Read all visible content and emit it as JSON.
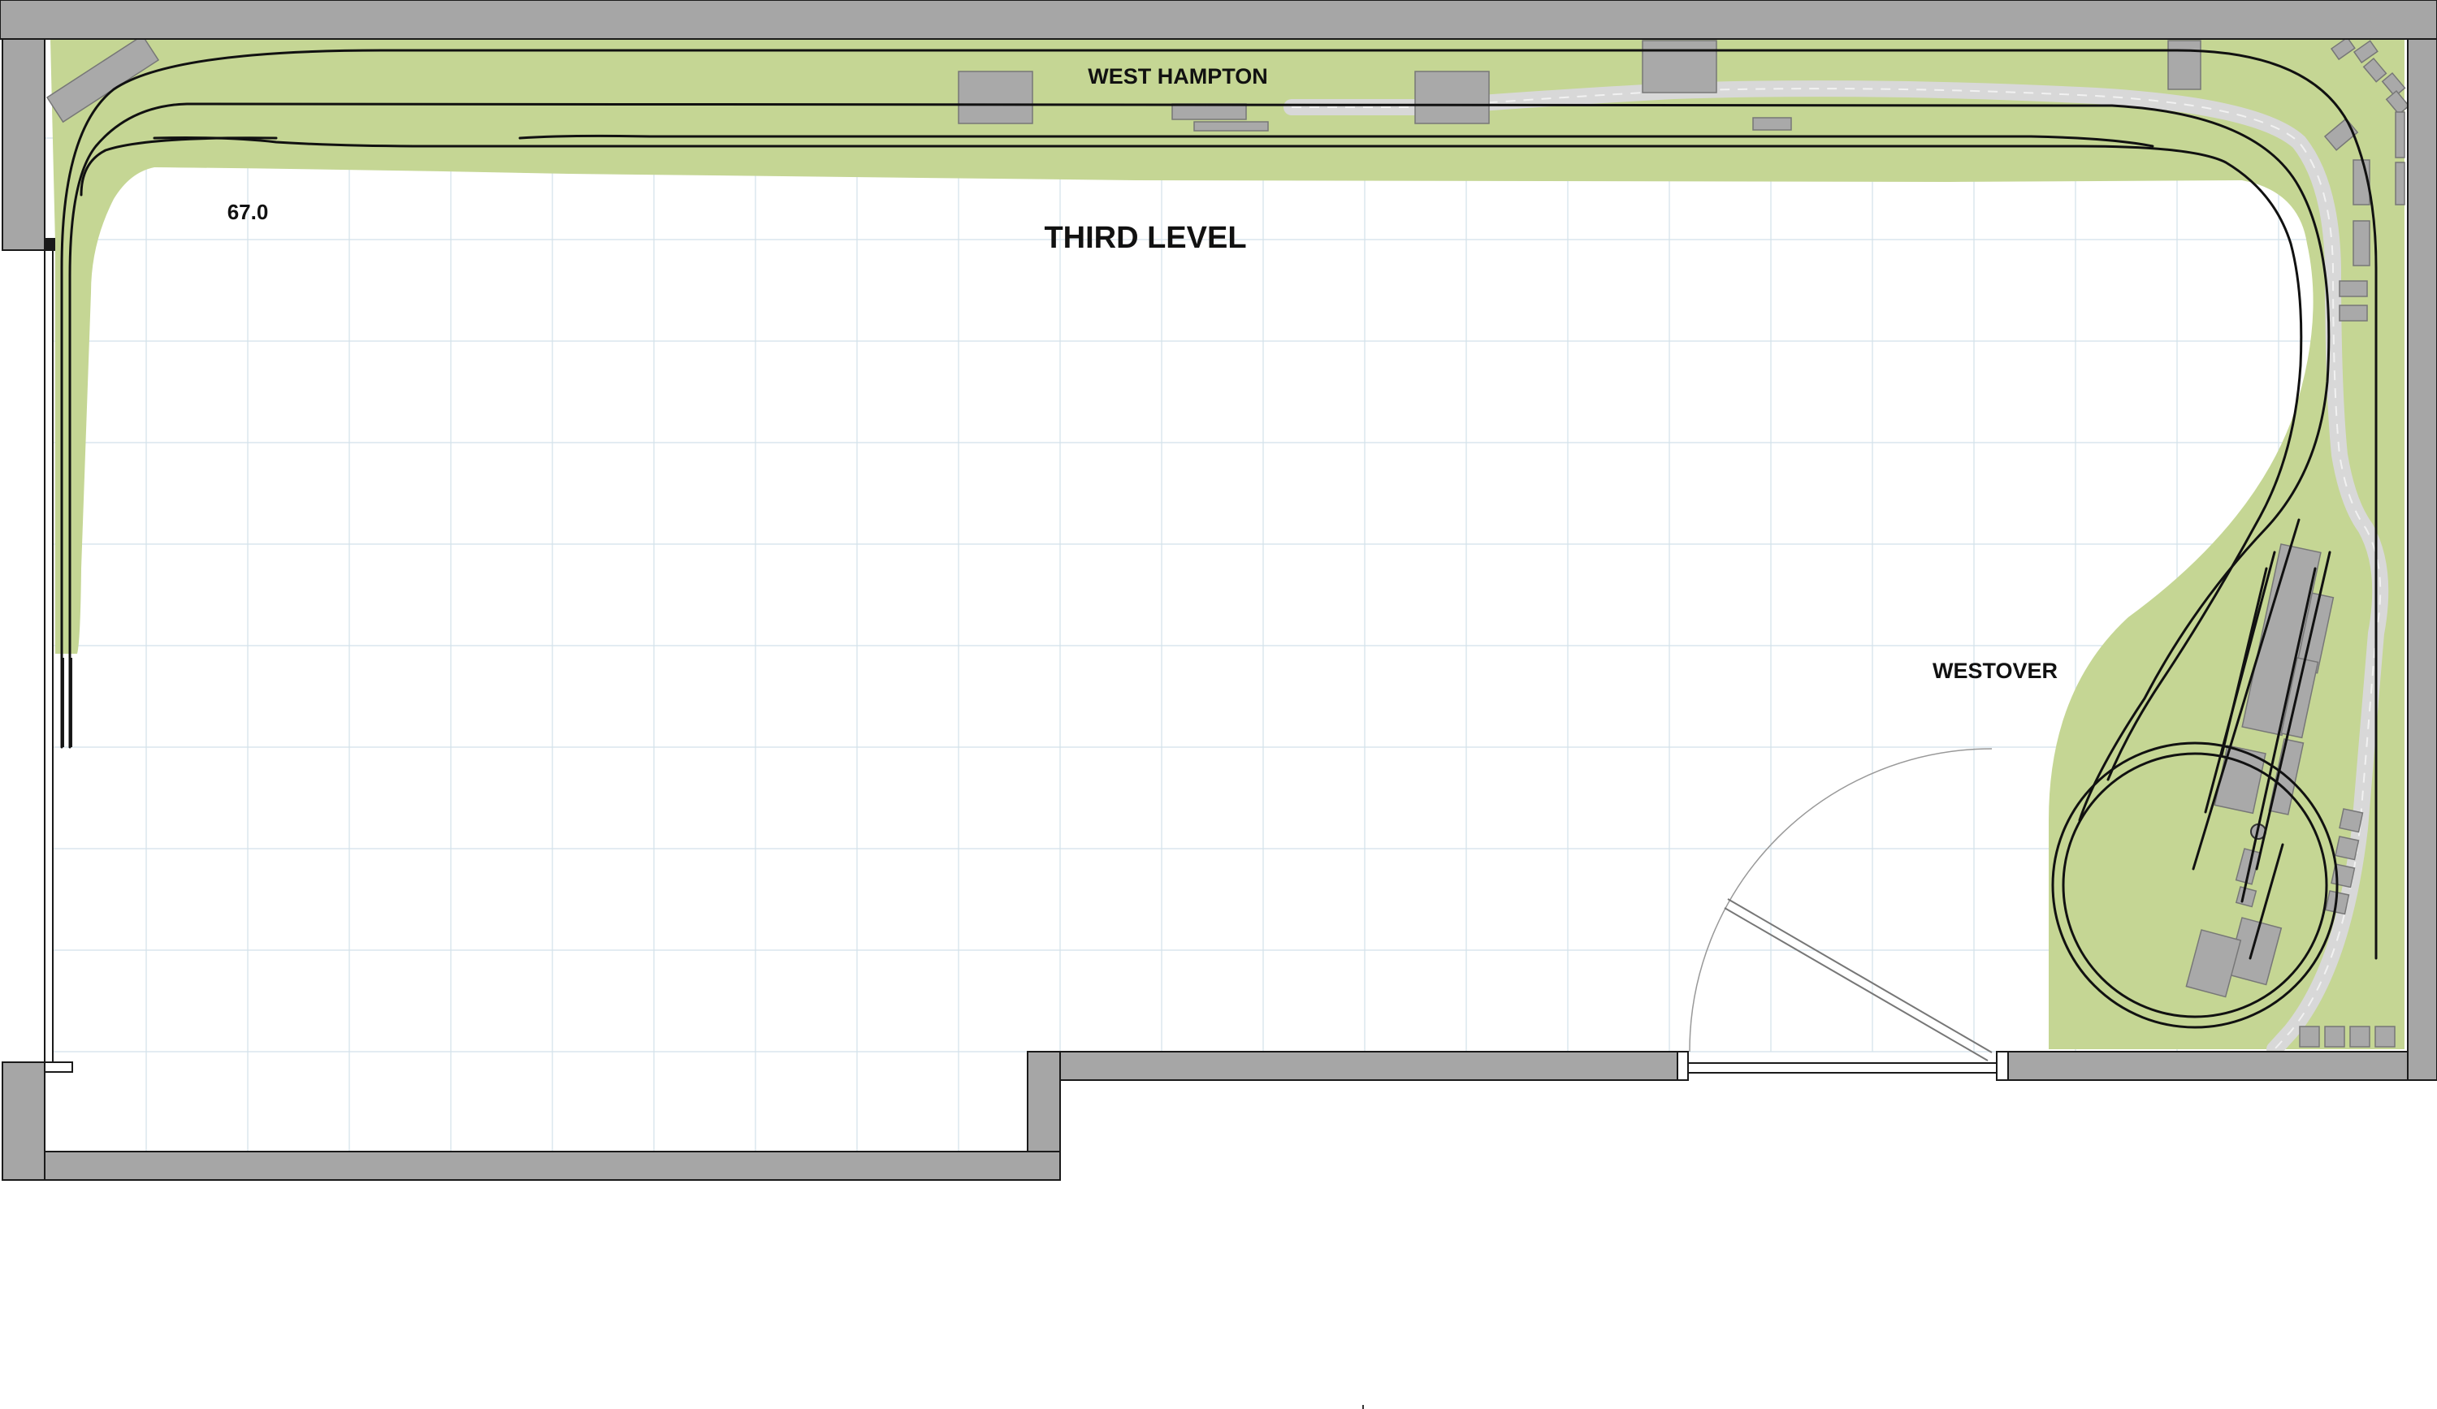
{
  "labels": {
    "level_title": "THIRD LEVEL",
    "town_north": "WEST HAMPTON",
    "town_east": "WESTOVER",
    "elevation": "67.0"
  },
  "colors": {
    "wall": "#a6a6a6",
    "wall_outline": "#1a1a1a",
    "scenery": "#c5d694",
    "road": "#d8d8d8",
    "building": "#a9a9a9",
    "track": "#111111",
    "grid": "#d2e1ea",
    "text": "#111111"
  }
}
